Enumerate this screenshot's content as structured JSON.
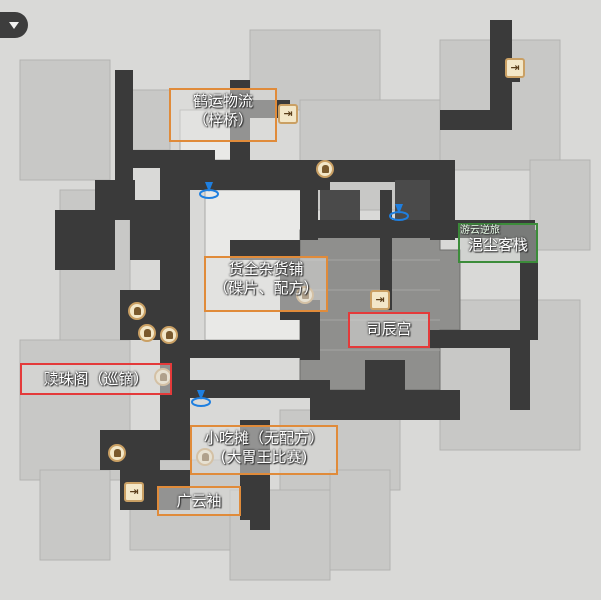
{
  "map": {
    "labels": {
      "yunzhuan": {
        "line1": "鹤运物流",
        "line2": "（梓桥）",
        "color": "#e08b3a"
      },
      "huoquan": {
        "line1": "货全杂货铺",
        "line2": "（碟片、配方）",
        "color": "#e08b3a"
      },
      "sichengong": {
        "line1": "司辰宫",
        "color": "#e43a3a"
      },
      "duzhuge": {
        "line1": "赎珠阁（巡镝）",
        "color": "#e43a3a"
      },
      "xiaochitan": {
        "line1": "小吃摊（无配方）",
        "line2": "(大胃王比赛)",
        "color": "#e08b3a"
      },
      "guangyunjie": {
        "line1": "广云袖",
        "color": "#e08b3a"
      },
      "hunchen": {
        "tag": "游云逆旅",
        "line1": "浥尘客栈",
        "color": "#3c8c3a"
      }
    },
    "icons": {
      "teleport": "teleport-anchor-icon",
      "shop": "shop-bag-icon",
      "door": "exit-door-icon",
      "dropdown": "dropdown-toggle-icon"
    },
    "colors": {
      "road": "#3a3a3a",
      "plaza": "#8c8c8a",
      "ground": "#d9d9d7",
      "building": "#c6c6c4",
      "teleport": "#1e7fe0"
    }
  }
}
